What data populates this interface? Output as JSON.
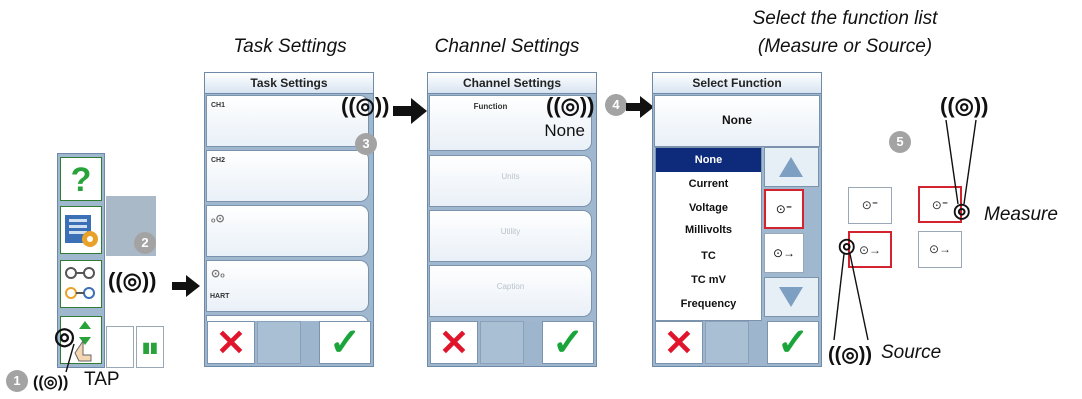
{
  "captions": {
    "task_settings": "Task Settings",
    "channel_settings": "Channel Settings",
    "select_function_line1": "Select the function list",
    "select_function_line2": "(Measure or Source)"
  },
  "screen1": {
    "title": "Task Settings",
    "rows": [
      "CH1",
      "CH2",
      "",
      "",
      "",
      "HART"
    ]
  },
  "screen2": {
    "title": "Channel Settings",
    "function_label": "Function",
    "function_value": "None",
    "faded_rows": [
      "Units",
      "Utility",
      "Caption"
    ]
  },
  "screen3": {
    "title": "Select Function",
    "selected_value": "None",
    "list": [
      "None",
      "Current",
      "Voltage",
      "Millivolts",
      "TC",
      "TC mV",
      "Frequency"
    ]
  },
  "steps": [
    "1",
    "2",
    "3",
    "4",
    "5"
  ],
  "labels": {
    "tap": "TAP",
    "measure": "Measure",
    "source": "Source",
    "help_symbol": "?",
    "tap_symbol": "((◎))"
  },
  "colors": {
    "screen_bg": "#9fb8cf",
    "cancel_red": "#e0142a",
    "ok_green": "#19a53a",
    "step_badge": "#a3a3a3",
    "selected_item": "#0e2a7a"
  }
}
